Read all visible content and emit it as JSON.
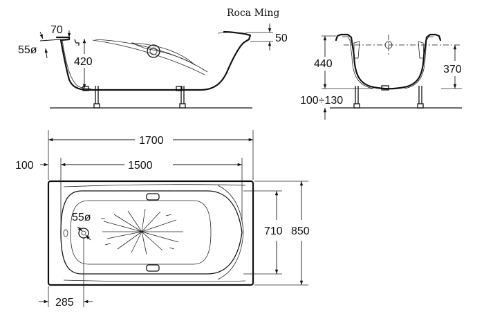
{
  "title": "Roca Ming",
  "dimensions": {
    "side_rim_height": "70",
    "side_outlet_diameter": "55ø",
    "side_depth": "420",
    "side_rim_thickness": "50",
    "end_total_height": "440",
    "end_inner_depth": "370",
    "end_leg_adjust": "100÷130",
    "plan_total_length": "1700",
    "plan_edge_offset": "100",
    "plan_inner_length": "1500",
    "plan_drain_diameter": "55ø",
    "plan_inner_width": "710",
    "plan_total_width": "850",
    "plan_drain_offset": "285"
  }
}
